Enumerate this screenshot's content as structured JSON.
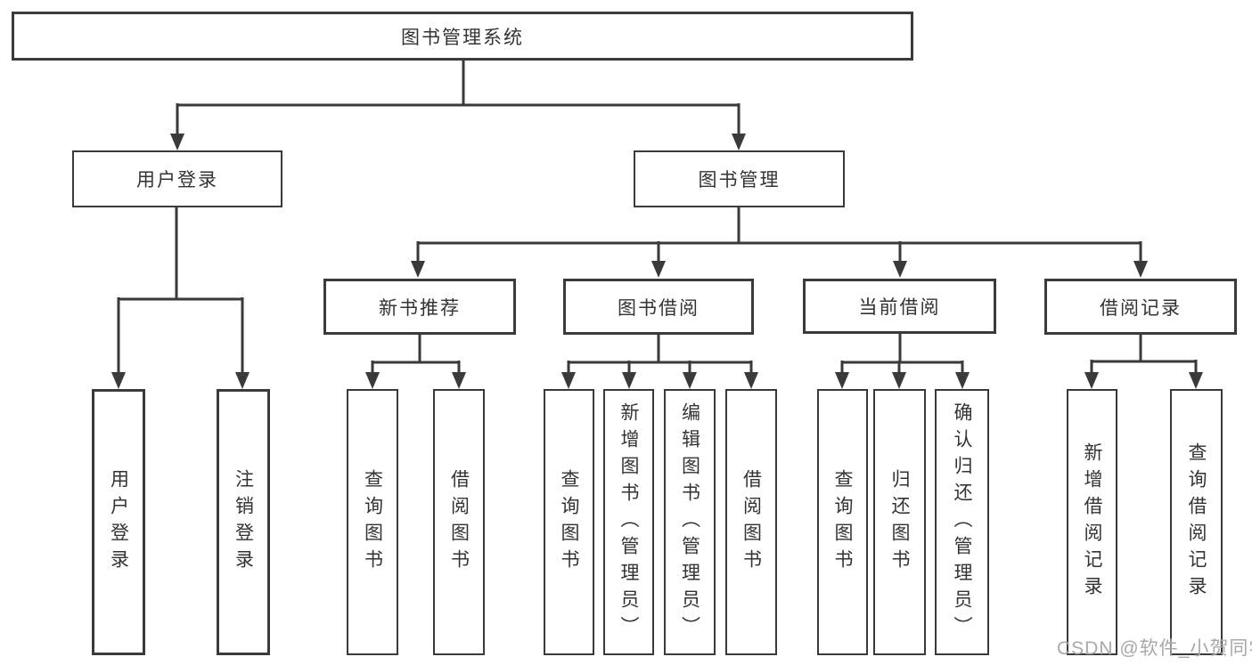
{
  "title_node": "图书管理系统",
  "modules": {
    "user_login": {
      "label": "用户登录",
      "children": {
        "login": "用户登录",
        "logout": "注销登录"
      }
    },
    "book_mgmt": {
      "label": "图书管理",
      "sections": {
        "new_book_rec": {
          "label": "新书推荐",
          "children": {
            "query": "查询图书",
            "borrow": "借阅图书"
          }
        },
        "book_borrow": {
          "label": "图书借阅",
          "children": {
            "query": "查询图书",
            "add": "新增图书（管理员）",
            "edit": "编辑图书（管理员）",
            "borrow": "借阅图书"
          }
        },
        "current_borrow": {
          "label": "当前借阅",
          "children": {
            "query": "查询图书",
            "return": "归还图书",
            "confirm": "确认归还（管理员）"
          }
        },
        "borrow_record": {
          "label": "借阅记录",
          "children": {
            "add": "新增借阅记录",
            "query": "查询借阅记录"
          }
        }
      }
    }
  },
  "watermark": "CSDN @软件_小贺同学",
  "colors": {
    "line": "#3a3a3a",
    "text": "#333333",
    "watermark": "#a8a8a8",
    "background": "#ffffff"
  }
}
